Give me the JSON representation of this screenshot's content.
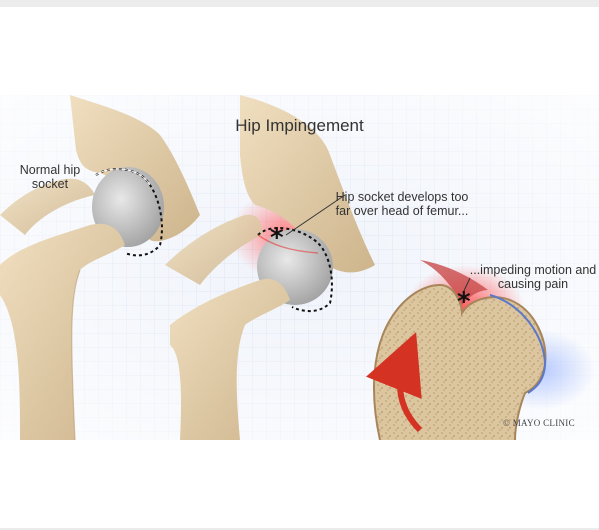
{
  "diagram": {
    "title": "Hip Impingement",
    "labels": {
      "normal": "Normal hip socket",
      "socket_develops": "Hip socket develops too far over head of femur...",
      "impeding": "...impeding motion and causing pain"
    },
    "asterisk": "*",
    "copyright": "© MAYO CLINIC",
    "colors": {
      "bone": "#e8d3b0",
      "bone_shade": "#c9ae86",
      "cartilage": "#b9b9b9",
      "inflammation": "#ff6b6b",
      "arrow": "#d43324",
      "grid_bg": "#e8edf7"
    }
  }
}
